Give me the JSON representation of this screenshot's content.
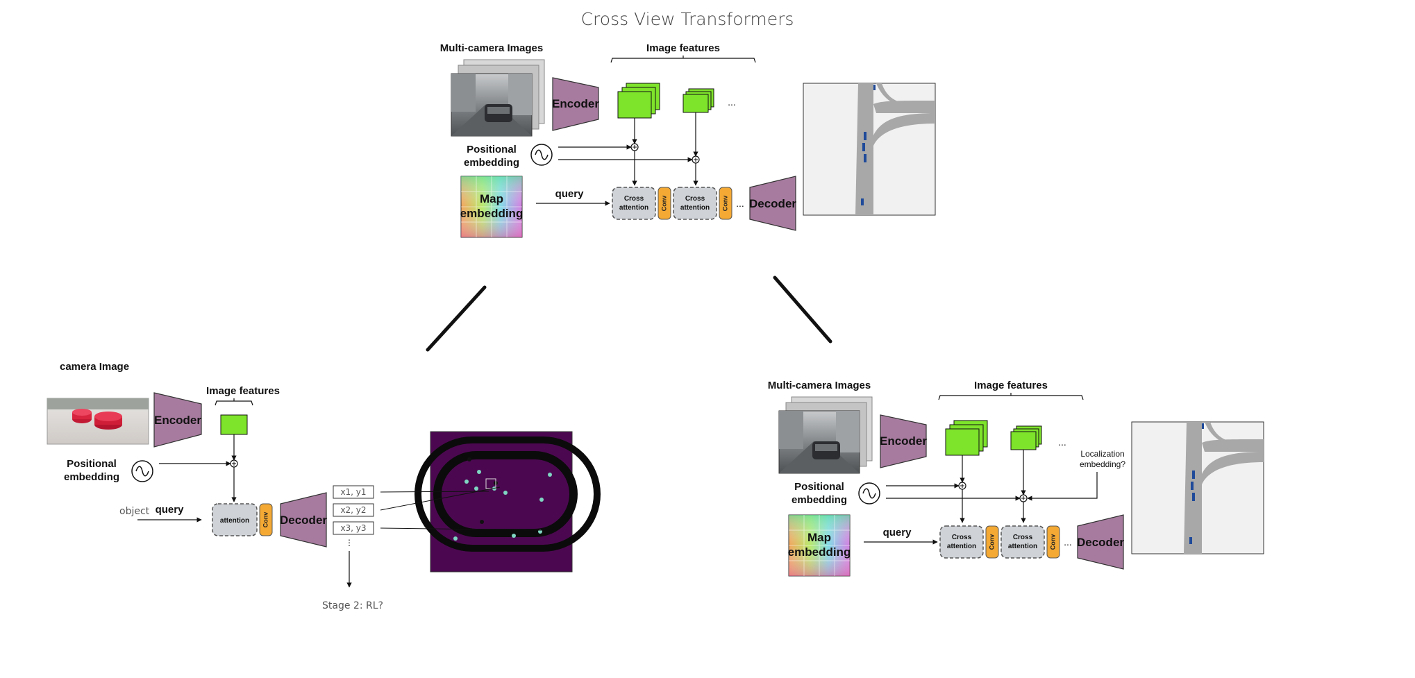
{
  "title": "Cross View Transformers",
  "top": {
    "multi_camera_label": "Multi-camera Images",
    "image_features_label": "Image features",
    "encoder_label": "Encoder",
    "positional_label_1": "Positional",
    "positional_label_2": "embedding",
    "map_label_1": "Map",
    "map_label_2": "embedding",
    "query_label": "query",
    "cross_attention_1": "Cross",
    "cross_attention_2": "attention",
    "conv_label": "Conv",
    "ellipsis": "...",
    "decoder_label": "Decoder"
  },
  "left": {
    "camera_label": "camera Image",
    "image_features_label": "Image features",
    "encoder_label": "Encoder",
    "positional_label_1": "Positional",
    "positional_label_2": "embedding",
    "object_label": "object",
    "query_label": "query",
    "attention_label": "attention",
    "conv_label": "Conv",
    "decoder_label": "Decoder",
    "coords": [
      "x1, y1",
      "x2, y2",
      "x3, y3"
    ],
    "vdots": "⋮",
    "stage2_label": "Stage 2: RL?"
  },
  "right": {
    "multi_camera_label": "Multi-camera Images",
    "image_features_label": "Image features",
    "encoder_label": "Encoder",
    "positional_label_1": "Positional",
    "positional_label_2": "embedding",
    "map_label_1": "Map",
    "map_label_2": "embedding",
    "query_label": "query",
    "cross_attention_1": "Cross",
    "cross_attention_2": "attention",
    "conv_label": "Conv",
    "ellipsis": "...",
    "decoder_label": "Decoder",
    "localization_1": "Localization",
    "localization_2": "embedding?"
  },
  "colors": {
    "encoder": "#a77b9f",
    "feature": "#7ee32b",
    "attention_bg": "#cfd3d8",
    "conv": "#f4a934",
    "track_bg": "#4b0850"
  }
}
